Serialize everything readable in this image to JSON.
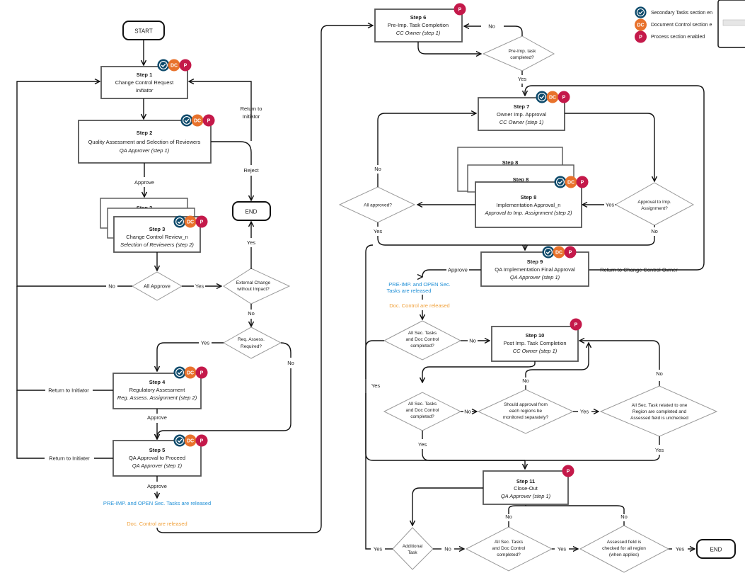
{
  "legend": {
    "secondary": "Secondary Tasks section en",
    "doc": "Document Control section e",
    "process": "Process section enabled",
    "sec_color": "#0d4a6b",
    "doc_color": "#e8722c",
    "proc_color": "#c4194a",
    "doc_badge": "DC",
    "proc_badge": "P"
  },
  "start": "START",
  "end": "END",
  "steps": {
    "s1": {
      "title": "Step 1",
      "name": "Change Control Request",
      "role": "Initiator"
    },
    "s2": {
      "title": "Step 2",
      "name": "Quality Assessment and Selection of Reviewers",
      "role": "QA Approver (step 1)"
    },
    "s3": {
      "title": "Step 3",
      "name": "Change Control Review_n",
      "role": "Selection of Reviewers (step 2)",
      "back": "Step 3"
    },
    "s4": {
      "title": "Step 4",
      "name": "Regulatory Assessment",
      "role": "Reg. Assess. Assignment (step 2)"
    },
    "s5": {
      "title": "Step 5",
      "name": "QA Approval to Proceed",
      "role": "QA Approver (step 1)"
    },
    "s6": {
      "title": "Step 6",
      "name": "Pre-Imp. Task Completion",
      "role": "CC Owner (step 1)"
    },
    "s7": {
      "title": "Step 7",
      "name": "Owner Imp. Approval",
      "role": "CC Owner (step 1)"
    },
    "s8": {
      "title": "Step 8",
      "name": "Implementation Approval_n",
      "role": "Approval to Imp. Assignment (step 2)",
      "back": "Step 8"
    },
    "s9": {
      "title": "Step 9",
      "name": "QA Implementation Final Approval",
      "role": "QA Approver (step 1)"
    },
    "s10": {
      "title": "Step 10",
      "name": "Post Imp. Task Completion",
      "role": "CC Owner (step 1)"
    },
    "s11": {
      "title": "Step 11",
      "name": "Close-Out",
      "role": "QA Approver (step 1)"
    }
  },
  "decisions": {
    "all_approve": "All Approve",
    "ext1": "External Change",
    "ext2": "without Impact?",
    "req1": "Req. Assess.",
    "req2": "Required?",
    "pre1": "Pre-Imp. task",
    "pre2": "completed?",
    "allapp": "All approved?",
    "appimp1": "Approval to Imp.",
    "appimp2": "Assignment?",
    "sec1_1": "All Sec. Tasks",
    "sec1_2": "and Doc Control",
    "sec1_3": "completed?",
    "should1": "Should approval from",
    "should2": "each regions be",
    "should3": "monitored separately?",
    "region1": "All Sec. Task related to one",
    "region2": "Region are completed and",
    "region3": "Assessed field is unchecked",
    "addl1": "Additional",
    "addl2": "Task",
    "assessed1": "Assessed field is",
    "assessed2": "checked for all region",
    "assessed3": "(when applies)"
  },
  "labels": {
    "return_to": "Return to",
    "initiator": "Initiator",
    "reject": "Reject",
    "approve": "Approve",
    "yes": "Yes",
    "no": "No",
    "return_initiator": "Return to Initiator",
    "return_initiater": "Return to Initiater",
    "return_cc_owner": "Return to Change Control Owner",
    "pre_imp_released_full": "PRE-IMP. and OPEN Sec. Tasks are released",
    "pre_imp_released_1": "PRE-IMP. and OPEN Sec.",
    "pre_imp_released_2": "Tasks are released",
    "doc_released": "Doc. Control are released"
  }
}
